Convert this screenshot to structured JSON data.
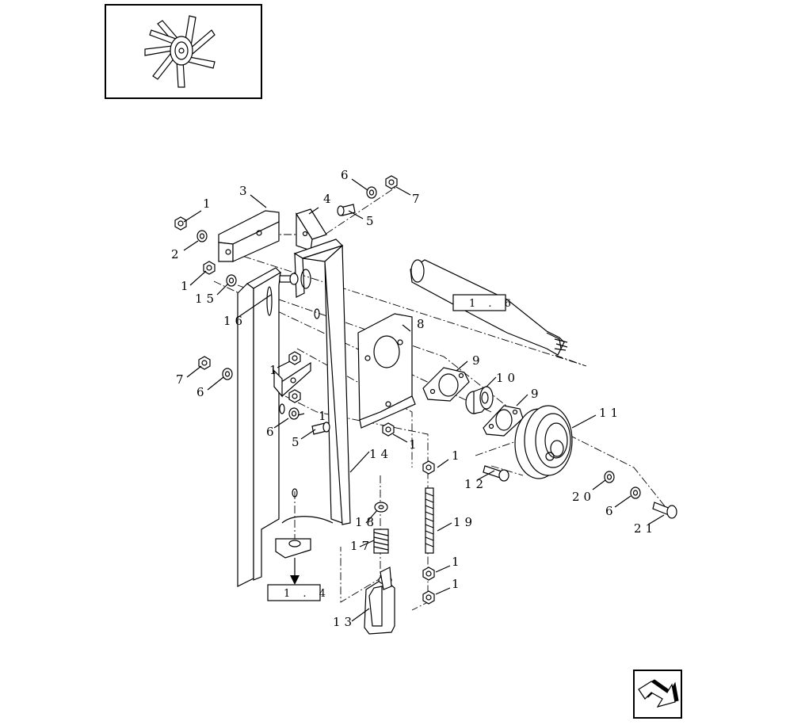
{
  "thumbnail": {
    "icon": "fan-icon"
  },
  "references": [
    {
      "id": "ref-1-6",
      "label": "1 . 6"
    },
    {
      "id": "ref-1-4",
      "label": "1 . 4"
    }
  ],
  "callouts": [
    "1",
    "2",
    "3",
    "4",
    "5",
    "6",
    "7",
    "1",
    "15",
    "16",
    "8",
    "7",
    "6",
    "1",
    "9",
    "10",
    "9",
    "11",
    "1",
    "6",
    "5",
    "14",
    "1",
    "1",
    "12",
    "20",
    "6",
    "21",
    "19",
    "18",
    "17",
    "1",
    "1",
    "13"
  ],
  "nav": {
    "icon": "next-page-arrow-icon"
  }
}
